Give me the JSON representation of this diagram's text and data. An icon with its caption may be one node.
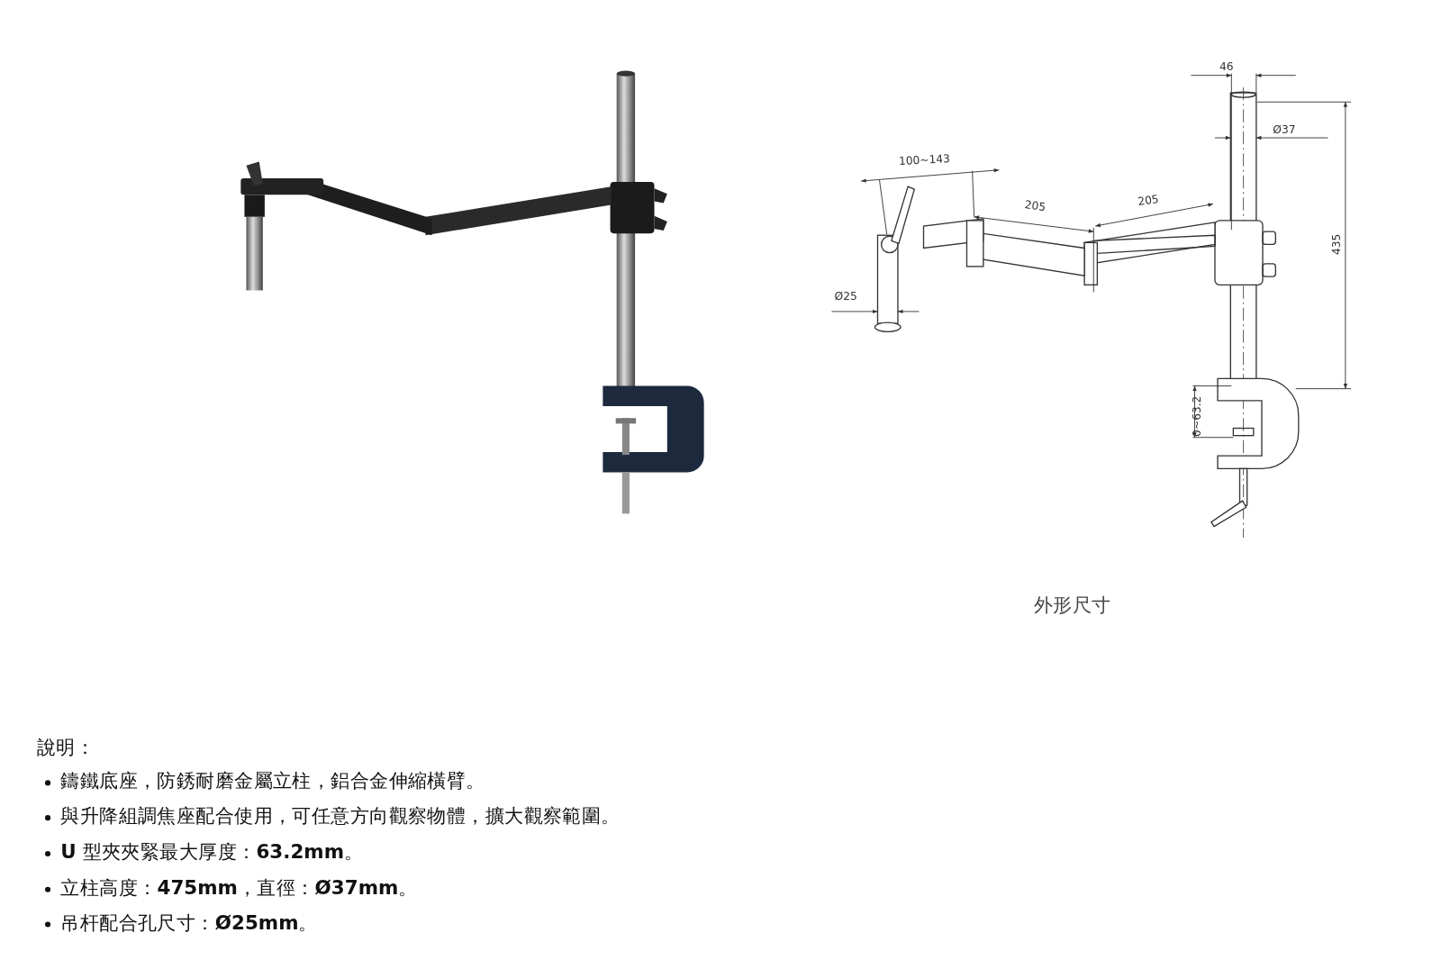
{
  "diagram": {
    "caption": "外形尺寸",
    "labels": [
      "46",
      "Ø37",
      "100~143",
      "205",
      "205",
      "435",
      "Ø25",
      "0~63.2",
      "說明：",
      "鑄鐵底座，防銹耐磨金屬立柱，鋁合金伸縮橫臂。",
      "與升降組調焦座配合使用，可任意方向觀察物體，擴大觀察範圍。",
      "**U** 型夾夾緊最大厚度：**63.2mm**。",
      "立柱高度：**475mm**，直徑：**Ø37mm**。",
      "吊杆配合孔尺寸：**Ø25mm**。"
    ]
  }
}
